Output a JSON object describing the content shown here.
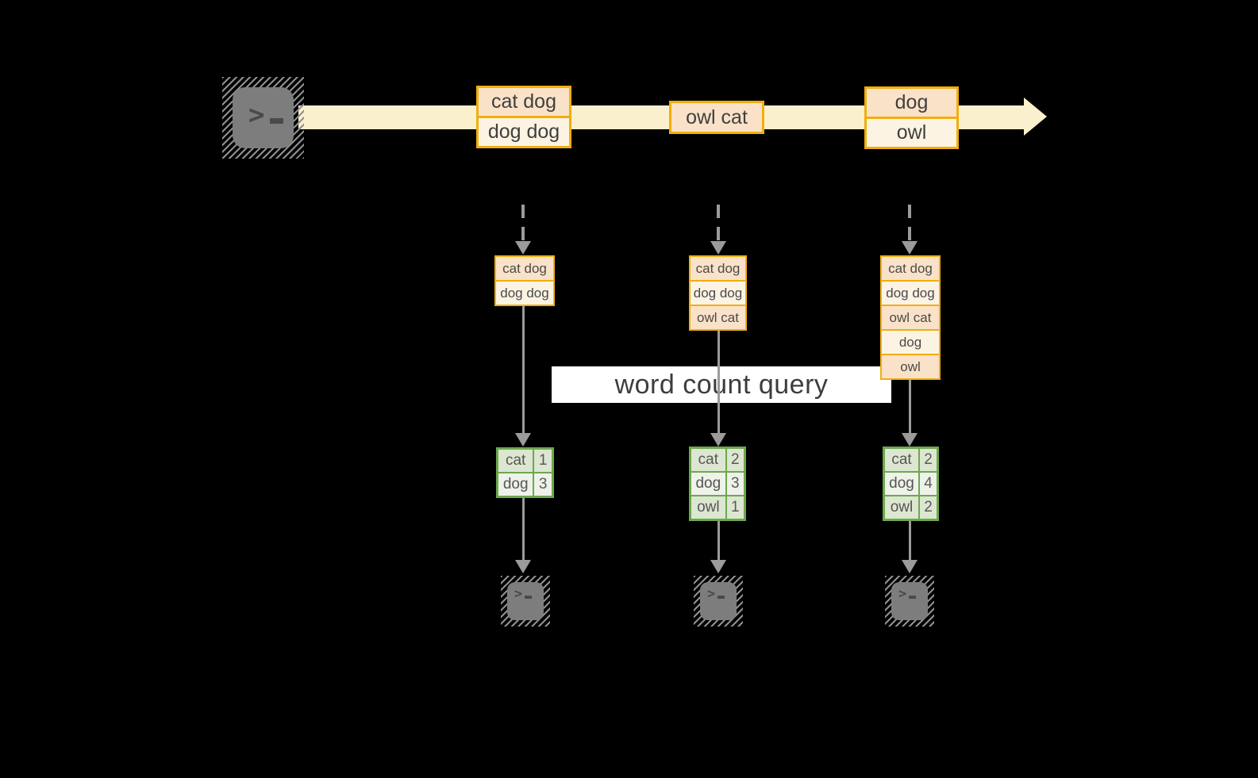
{
  "banner": {
    "label": "word count query"
  },
  "stream": {
    "events": [
      {
        "records": [
          "cat dog",
          "dog dog"
        ]
      },
      {
        "records": [
          "owl cat"
        ]
      },
      {
        "records": [
          "dog",
          "owl"
        ]
      }
    ]
  },
  "micro_batches": [
    {
      "input_records": [
        "cat dog",
        "dog dog"
      ],
      "result_table": {
        "rows": [
          {
            "word": "cat",
            "count": "1"
          },
          {
            "word": "dog",
            "count": "3"
          }
        ]
      }
    },
    {
      "input_records": [
        "cat dog",
        "dog dog",
        "owl cat"
      ],
      "result_table": {
        "rows": [
          {
            "word": "cat",
            "count": "2"
          },
          {
            "word": "dog",
            "count": "3"
          },
          {
            "word": "owl",
            "count": "1"
          }
        ]
      }
    },
    {
      "input_records": [
        "cat dog",
        "dog dog",
        "owl cat",
        "dog",
        "owl"
      ],
      "result_table": {
        "rows": [
          {
            "word": "cat",
            "count": "2"
          },
          {
            "word": "dog",
            "count": "4"
          },
          {
            "word": "owl",
            "count": "2"
          }
        ]
      }
    }
  ],
  "icons": {
    "prompt_chevron": ">",
    "source_terminal": "terminal-prompt-icon",
    "sink_terminal": "terminal-prompt-icon"
  },
  "colors": {
    "background": "#000000",
    "stream_band": "#FAF0CD",
    "gold_border": "#F1AE0D",
    "peach_dark": "#FAE2C8",
    "peach_light": "#FDF3E3",
    "green_border": "#6CA84E",
    "green_dark": "#DCE6D1",
    "green_light": "#EEF2E9",
    "arrow_gray": "#9B9B9B",
    "terminal_gray": "#7D7D7D",
    "text_dark": "#3F3F3F"
  }
}
